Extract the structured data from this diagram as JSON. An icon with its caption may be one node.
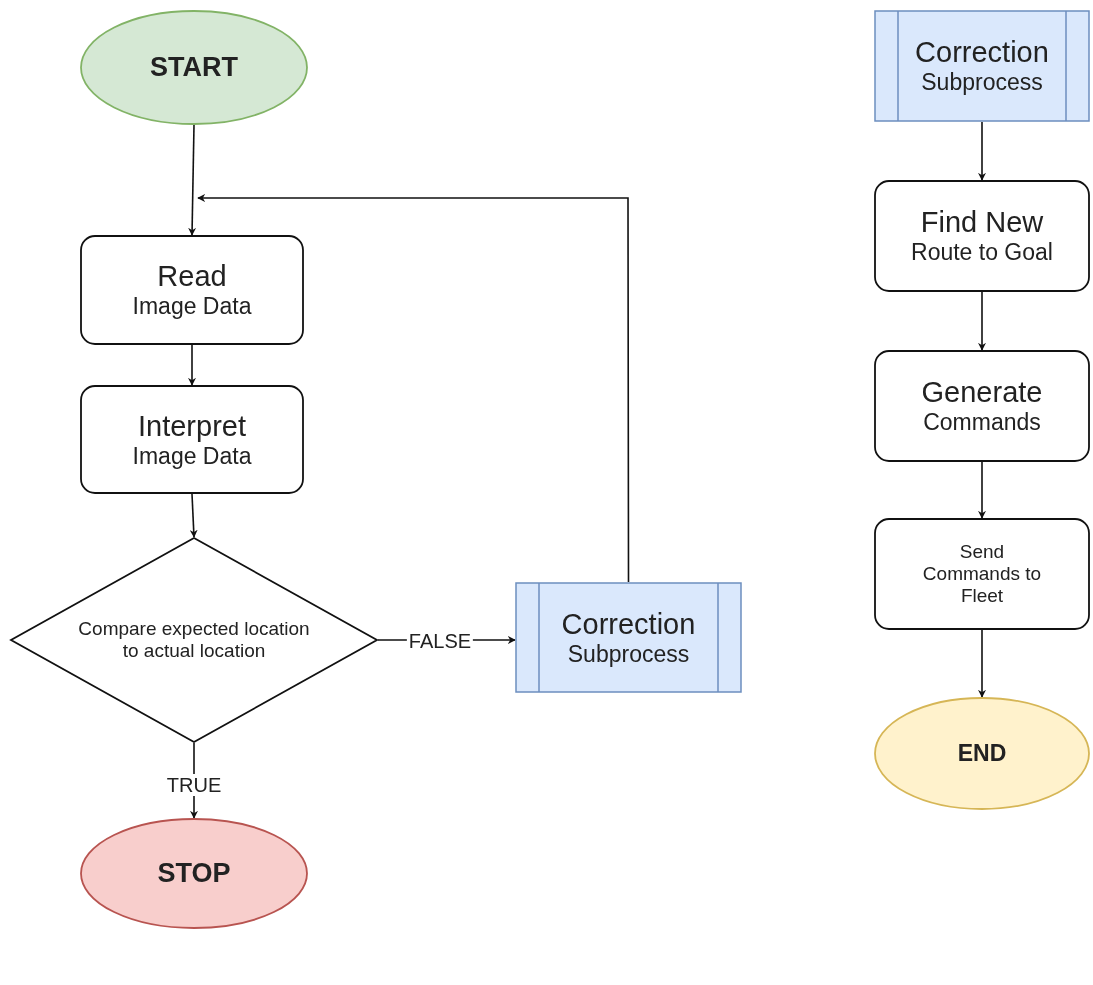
{
  "diagram": {
    "nodes": [
      {
        "text": [
          "START"
        ]
      },
      {
        "text": [
          "Read",
          "Image Data"
        ]
      },
      {
        "text": [
          "Interpret",
          "Image Data"
        ]
      },
      {
        "text": [
          "Compare expected location to actual location"
        ]
      },
      {
        "text": [
          "Correction",
          "Subprocess"
        ]
      },
      {
        "text": [
          "STOP"
        ]
      },
      {
        "text": [
          "Correction",
          "Subprocess"
        ]
      },
      {
        "text": [
          "Find New",
          "Route to Goal"
        ]
      },
      {
        "text": [
          "Generate",
          "Commands"
        ]
      },
      {
        "text": [
          "Send Commands to Fleet"
        ]
      },
      {
        "text": [
          "END"
        ]
      }
    ],
    "edges": [
      {
        "from": 0,
        "to": 1,
        "arrow": "to"
      },
      {
        "from": 1,
        "to": 2,
        "arrow": "to"
      },
      {
        "from": 2,
        "to": 3,
        "arrow": "to"
      },
      {
        "from": 3,
        "to": 4,
        "label": "FALSE",
        "arrow": "to"
      },
      {
        "from": 3,
        "to": 5,
        "label": "TRUE",
        "arrow": "to"
      },
      {
        "from": 4,
        "to": 1,
        "arrow": "to"
      },
      {
        "from": 6,
        "to": 7,
        "arrow": "to"
      },
      {
        "from": 7,
        "to": 8,
        "arrow": "to"
      },
      {
        "from": 8,
        "to": 9,
        "arrow": "to"
      },
      {
        "from": 9,
        "to": 10,
        "arrow": "to"
      }
    ]
  }
}
